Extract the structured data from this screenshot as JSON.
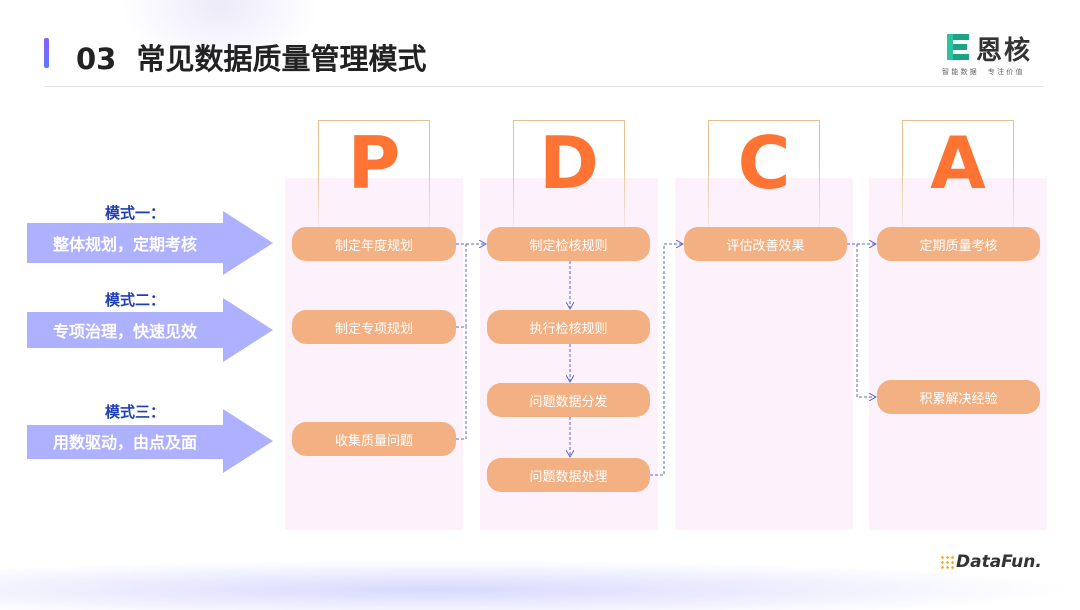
{
  "header": {
    "title": "03  常见数据质量管理模式"
  },
  "logo": {
    "name": "恩核",
    "tagline": "智 能 数 据     专 注 价 值"
  },
  "footer_logo": "DataFun.",
  "modes": [
    {
      "label": "模式一：",
      "text": "整体规划，定期考核"
    },
    {
      "label": "模式二：",
      "text": "专项治理，快速见效"
    },
    {
      "label": "模式三：",
      "text": "用数驱动，由点及面"
    }
  ],
  "pdca": [
    {
      "letter": "P",
      "steps": [
        "制定年度规划",
        "制定专项规划",
        "收集质量问题"
      ]
    },
    {
      "letter": "D",
      "steps": [
        "制定检核规则",
        "执行检核规则",
        "问题数据分发",
        "问题数据处理"
      ]
    },
    {
      "letter": "C",
      "steps": [
        "评估改善效果"
      ]
    },
    {
      "letter": "A",
      "steps": [
        "定期质量考核",
        "积累解决经验"
      ]
    }
  ],
  "colors": {
    "accent": "#ff7433",
    "step": "#f3b083",
    "arrow": "#aeb1ff",
    "mode_label": "#1f3fb5",
    "connector": "#5a6bc8"
  }
}
